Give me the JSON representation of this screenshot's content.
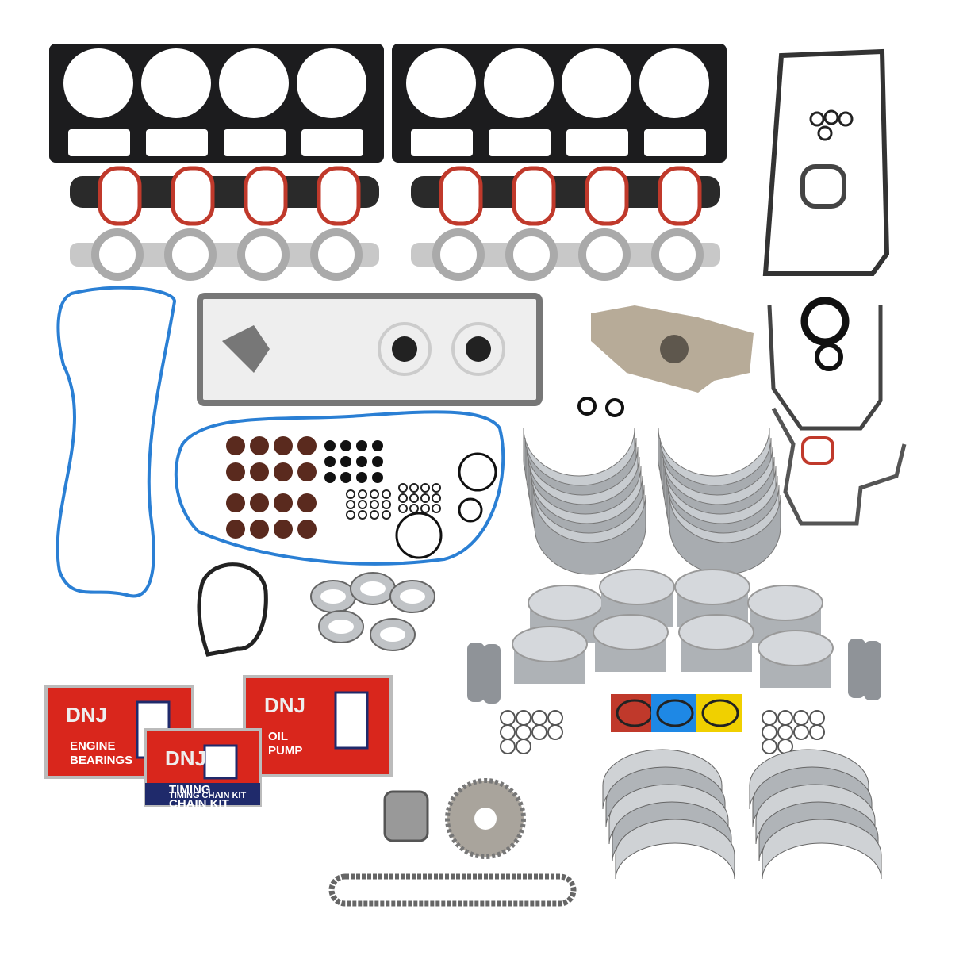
{
  "colors": {
    "gasket_black": "#1c1c1e",
    "gasket_gray": "#9a9a9a",
    "seal_red": "#c0392b",
    "blue_gasket": "#2a7fd4",
    "box_red": "#d9261c",
    "box_navy": "#1f2a6b",
    "metal": "#b8bcc0",
    "valve_seal": "#5a2a1e"
  },
  "boxes": [
    {
      "brand": "DNJ",
      "product": "ENGINE",
      "product2": "BEARINGS"
    },
    {
      "brand": "DNJ",
      "product": "OIL",
      "product2": "PUMP"
    },
    {
      "brand": "DNJ",
      "product": "TIMING",
      "product2": "CHAIN KIT",
      "side_text": "TIMING CHAIN KIT"
    }
  ],
  "parts": [
    "cylinder-head-gasket",
    "intake-gasket",
    "exhaust-gasket",
    "oil-pan-gasket",
    "valley-pan-gasket",
    "oil-pump",
    "timing-cover-gasket",
    "valve-stem-seals",
    "rod-bearings",
    "cam-bearings",
    "pistons",
    "piston-rings",
    "wrist-pins",
    "main-bearings",
    "timing-gears",
    "timing-chain"
  ]
}
